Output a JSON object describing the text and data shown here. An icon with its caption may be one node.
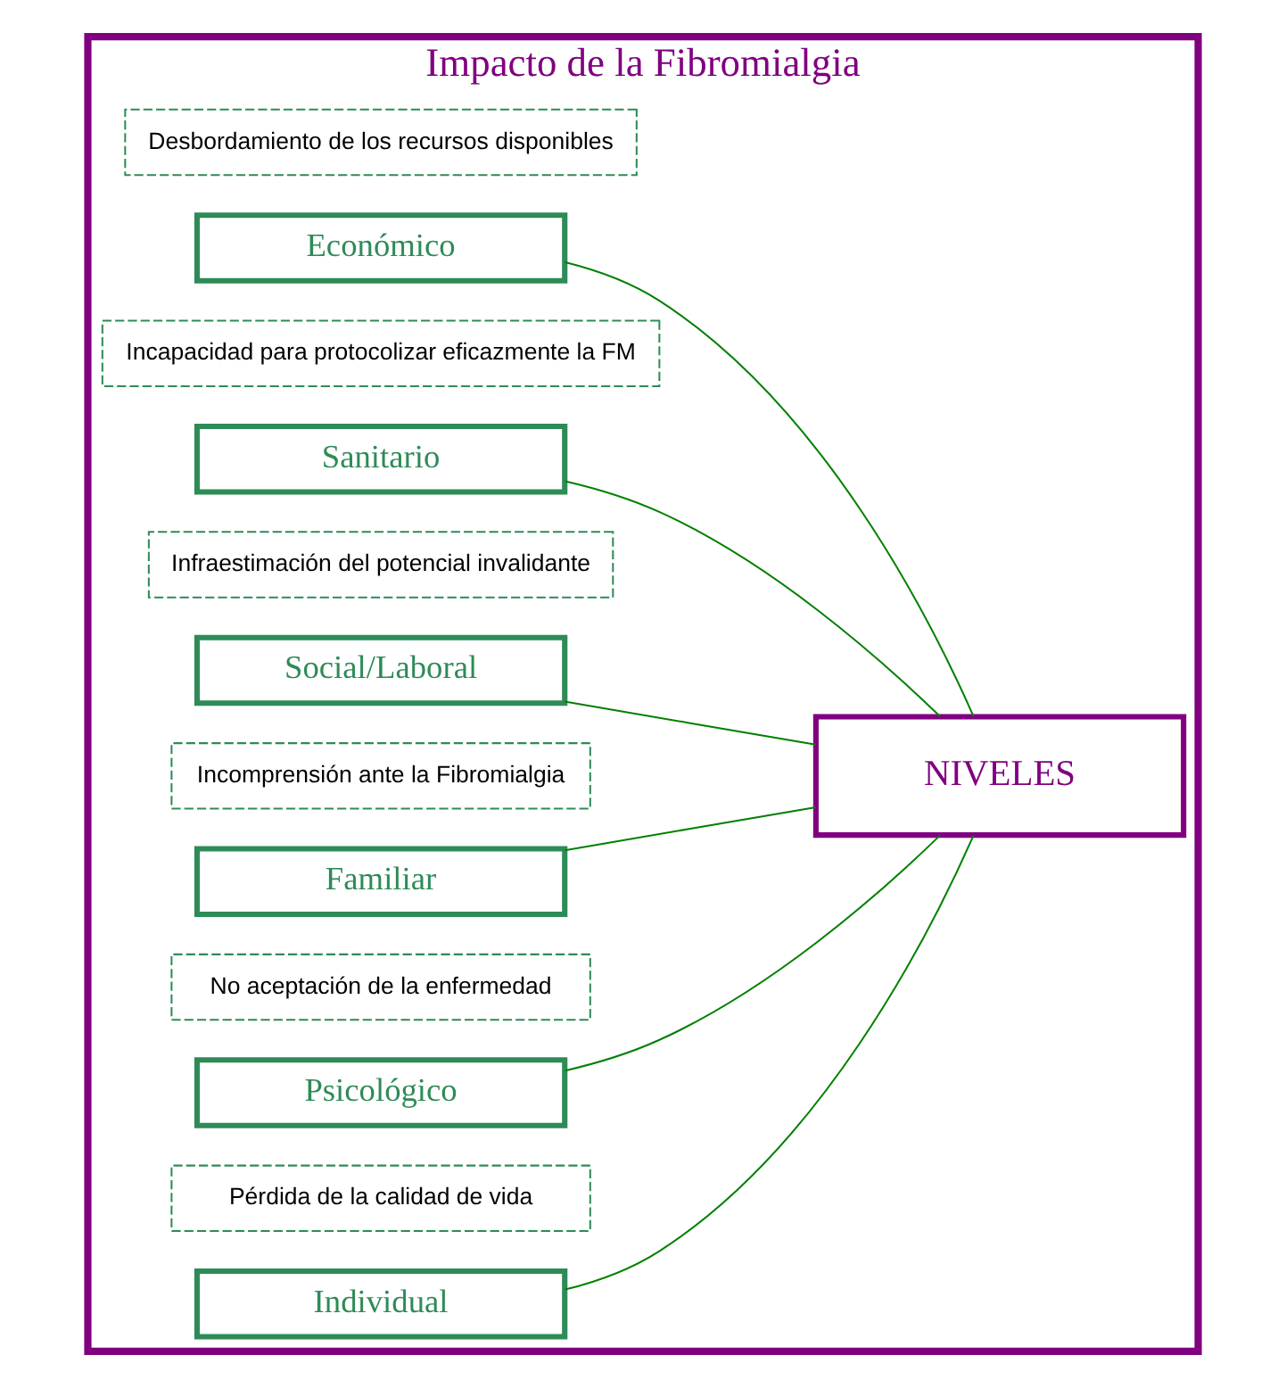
{
  "diagram": {
    "nodes": [
      {
        "text": [
          "Impacto de la Fibromialgia"
        ]
      },
      {
        "text": [
          "Individual"
        ],
        "in": 0
      },
      {
        "text": [
          "Pérdida de la calidad de vida"
        ],
        "in": 0
      },
      {
        "text": [
          "Psicológico"
        ],
        "in": 0
      },
      {
        "text": [
          "No aceptación de la enfermedad"
        ],
        "in": 0
      },
      {
        "text": [
          "Familiar"
        ],
        "in": 0
      },
      {
        "text": [
          "Incomprensión ante la Fibromialgia"
        ],
        "in": 0
      },
      {
        "text": [
          "Social/Laboral"
        ],
        "in": 0
      },
      {
        "text": [
          "Infraestimación del potencial invalidante"
        ],
        "in": 0
      },
      {
        "text": [
          "Sanitario"
        ],
        "in": 0
      },
      {
        "text": [
          "Incapacidad para protocolizar eficazmente la FM"
        ],
        "in": 0
      },
      {
        "text": [
          "Económico"
        ],
        "in": 0
      },
      {
        "text": [
          "Desbordamiento de los recursos disponibles"
        ],
        "in": 0
      },
      {
        "text": [
          "NIVELES"
        ],
        "in": 0
      }
    ],
    "edges": [
      {
        "from": 1,
        "to": 13,
        "arrow": "none"
      },
      {
        "from": 3,
        "to": 13,
        "arrow": "none"
      },
      {
        "from": 5,
        "to": 13,
        "arrow": "none"
      },
      {
        "from": 7,
        "to": 13,
        "arrow": "none"
      },
      {
        "from": 9,
        "to": 13,
        "arrow": "none"
      },
      {
        "from": 11,
        "to": 13,
        "arrow": "none"
      }
    ]
  }
}
